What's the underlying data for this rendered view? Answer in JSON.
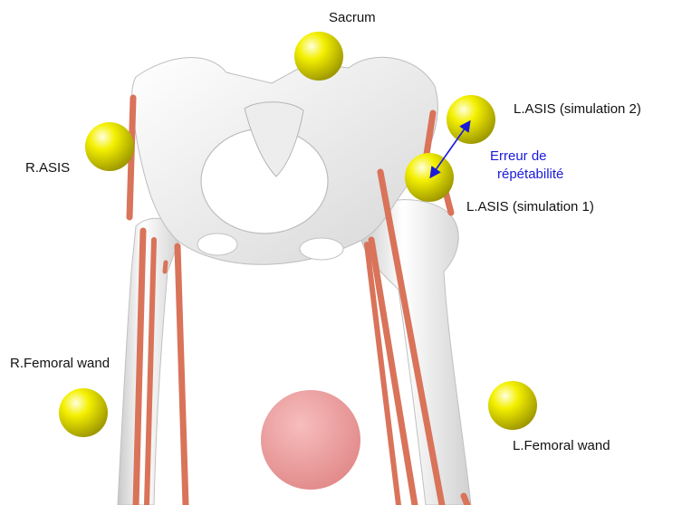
{
  "labels": {
    "sacrum": "Sacrum",
    "r_asis": "R.ASIS",
    "l_asis_sim2": "L.ASIS (simulation 2)",
    "l_asis_sim1": "L.ASIS (simulation 1)",
    "error_line1": "Erreur de",
    "error_line2": "répétabilité",
    "r_femoral_wand": "R.Femoral wand",
    "l_femoral_wand": "L.Femoral wand"
  },
  "colors": {
    "marker": "#e6e600",
    "muscle": "#d9735a",
    "bone": "#f2f2f2",
    "center_sphere": "#ef9a9a",
    "error_arrow": "#1a1adb"
  }
}
